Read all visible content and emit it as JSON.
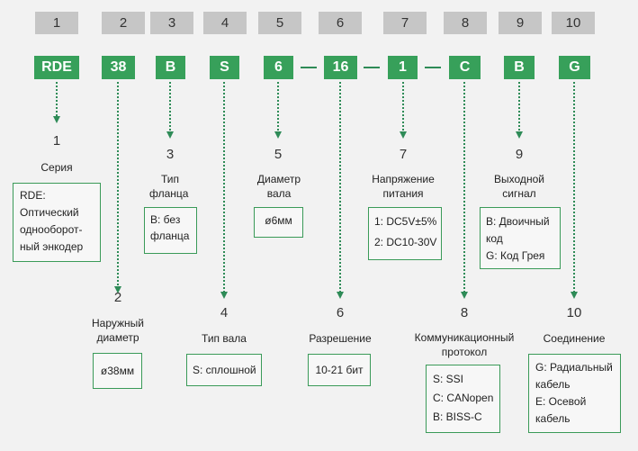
{
  "positions": [
    "1",
    "2",
    "3",
    "4",
    "5",
    "6",
    "7",
    "8",
    "9",
    "10"
  ],
  "codes": [
    "RDE",
    "38",
    "B",
    "S",
    "6",
    "16",
    "1",
    "C",
    "B",
    "G"
  ],
  "colors": {
    "green": "#37a05a",
    "grey": "#c6c6c6",
    "arrow": "#2e8b57",
    "background": "#f2f2f2"
  },
  "fields": {
    "f1": {
      "num": "1",
      "title": "Серия",
      "options": [
        "RDE:",
        "Оптический",
        "однооборот-",
        "ный энкодер"
      ]
    },
    "f2": {
      "num": "2",
      "title": [
        "Наружный",
        "диаметр"
      ],
      "options": [
        "ø38мм"
      ]
    },
    "f3": {
      "num": "3",
      "title": [
        "Тип",
        "фланца"
      ],
      "options": [
        "B: без",
        "фланца"
      ]
    },
    "f4": {
      "num": "4",
      "title": "Тип вала",
      "options": [
        "S: сплошной"
      ]
    },
    "f5": {
      "num": "5",
      "title": [
        "Диаметр",
        "вала"
      ],
      "options": [
        "ø6мм"
      ]
    },
    "f6": {
      "num": "6",
      "title": "Разрешение",
      "options": [
        "10-21 бит"
      ]
    },
    "f7": {
      "num": "7",
      "title": [
        "Напряжение",
        "питания"
      ],
      "options": [
        "1: DC5V±5%",
        "2: DC10-30V"
      ]
    },
    "f8": {
      "num": "8",
      "title": [
        "Коммуникационный",
        "протокол"
      ],
      "options": [
        "S: SSI",
        "C: CANopen",
        "B: BISS-C"
      ]
    },
    "f9": {
      "num": "9",
      "title": [
        "Выходной",
        "сигнал"
      ],
      "options": [
        "B: Двоичный",
        "код",
        "G: Код Грея"
      ]
    },
    "f10": {
      "num": "10",
      "title": "Соединение",
      "options": [
        "G: Радиальный",
        "кабель",
        "E: Осевой",
        "кабель"
      ]
    }
  }
}
